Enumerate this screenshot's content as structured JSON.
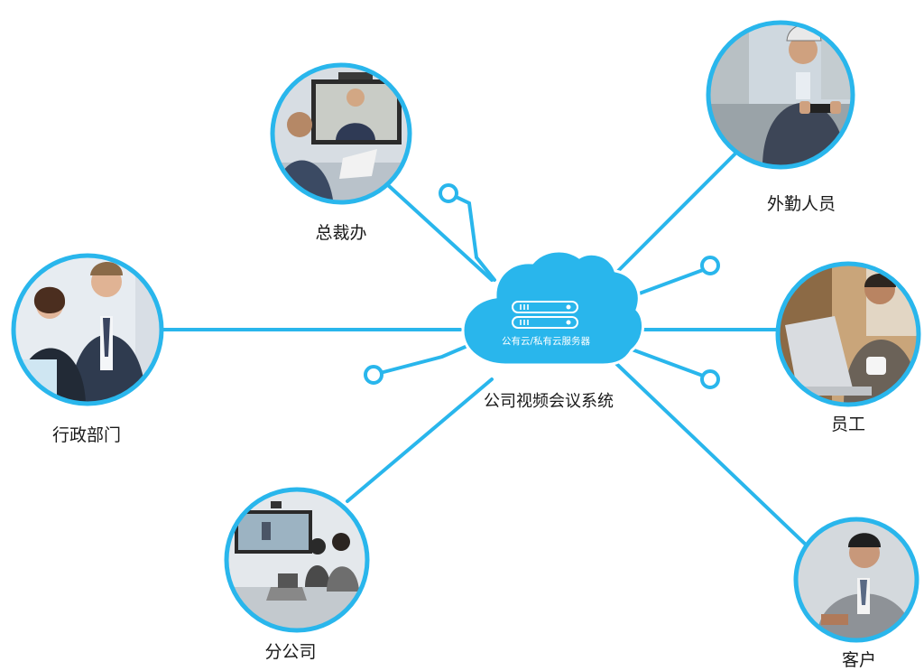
{
  "colors": {
    "accent": "#29b6ec",
    "cloud": "#29b6ec",
    "text": "#1a1a1a",
    "photo_bg": "#dfe6ec"
  },
  "hub": {
    "server_label": "公有云/私有云服务器",
    "system_label": "公司视频会议系统",
    "icon": "server-icon"
  },
  "nodes": {
    "executive_office": {
      "label": "总裁办",
      "photo": "video-conference-photo"
    },
    "field_staff": {
      "label": "外勤人员",
      "photo": "man-with-phone-photo"
    },
    "administration": {
      "label": "行政部门",
      "photo": "business-team-photo"
    },
    "employee": {
      "label": "员工",
      "photo": "man-with-laptop-photo"
    },
    "branch_office": {
      "label": "分公司",
      "photo": "meeting-room-photo"
    },
    "customer": {
      "label": "客户",
      "photo": "businessman-portrait-photo"
    }
  }
}
